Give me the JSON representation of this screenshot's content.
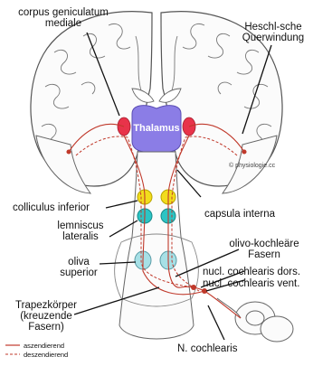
{
  "labels": {
    "cgm_line1": "corpus geniculatum",
    "cgm_line2": "mediale",
    "heschl_line1": "Heschl-sche",
    "heschl_line2": "Querwindung",
    "thalamus": "Thalamus",
    "credit": "© physiologie.cc",
    "colliculus": "colliculus inferior",
    "lemniscus_line1": "lemniscus",
    "lemniscus_line2": "lateralis",
    "capsula": "capsula interna",
    "olivo_line1": "olivo-kochleäre",
    "olivo_line2": "Fasern",
    "oliva_line1": "oliva",
    "oliva_line2": "superior",
    "nucl_dors": "nucl. cochlearis dors.",
    "nucl_vent": "nucl. cochlearis vent.",
    "trapez_line1": "Trapezkörper",
    "trapez_line2": "(kreuzende",
    "trapez_line3": "Fasern)",
    "ncochlearis": "N. cochlearis"
  },
  "legend": {
    "ascending": "aszendierend",
    "descending": "deszendierend"
  },
  "colors": {
    "ascending": "#c0392b",
    "descending": "#c0392b",
    "thalamus": "#8b7de6",
    "cgm": "#e8334a",
    "colliculus": "#f2dc1c",
    "lemniscus": "#2cc4c4",
    "oliva": "#a7e0e6"
  }
}
